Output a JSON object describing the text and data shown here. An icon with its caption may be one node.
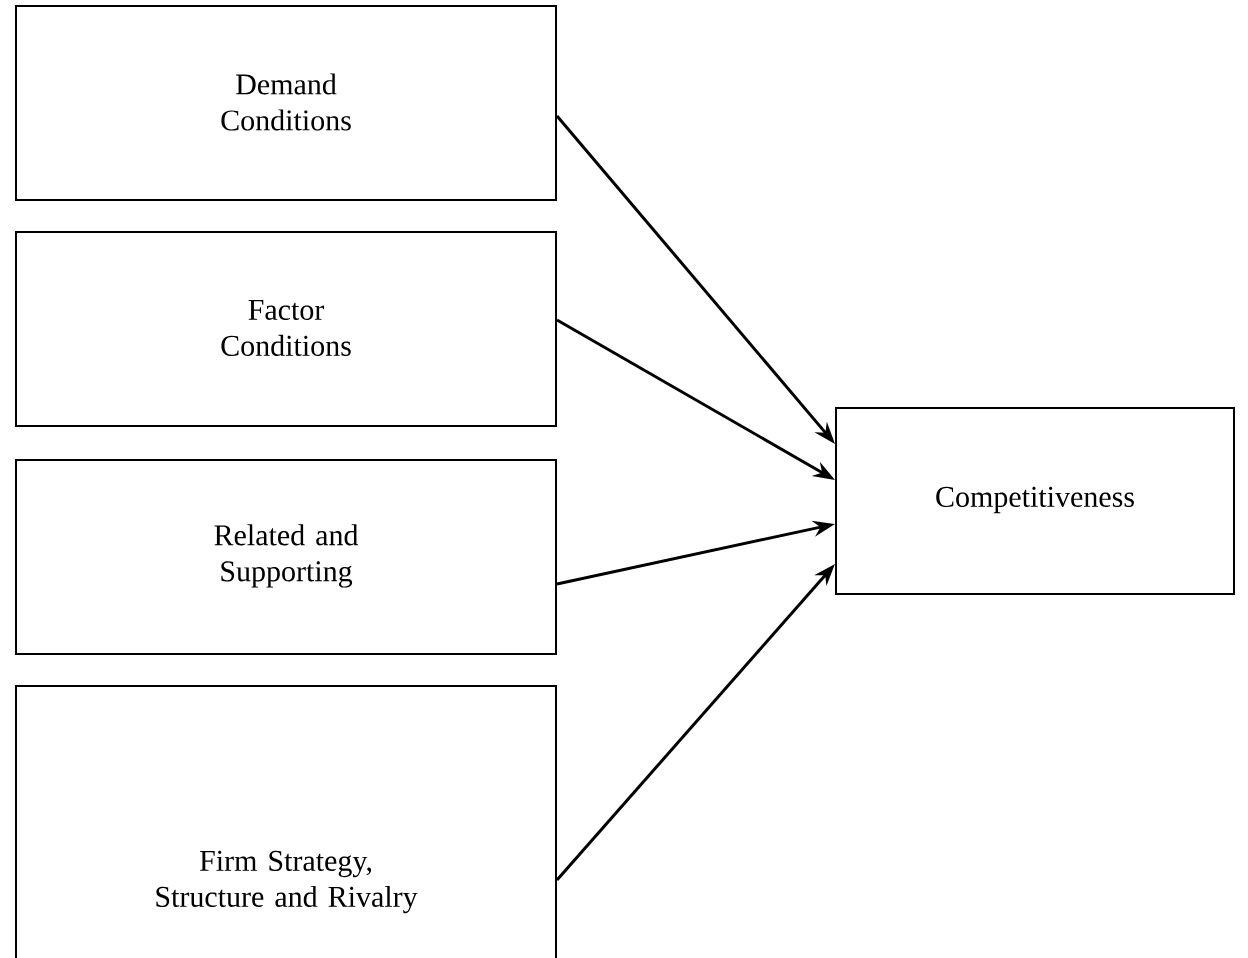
{
  "diagram": {
    "nodes": [
      {
        "text": [
          "Demand Conditions"
        ]
      },
      {
        "text": [
          "Factor Conditions"
        ]
      },
      {
        "text": [
          "Related and Supporting"
        ]
      },
      {
        "text": [
          "Firm Strategy, Structure and Rivalry"
        ]
      },
      {
        "text": [
          "Competitiveness"
        ]
      }
    ],
    "edges": [
      {
        "from": 0,
        "to": 4,
        "arrow": "to"
      },
      {
        "from": 1,
        "to": 4,
        "arrow": "to"
      },
      {
        "from": 2,
        "to": 4,
        "arrow": "to"
      },
      {
        "from": 3,
        "to": 4,
        "arrow": "to"
      }
    ]
  }
}
